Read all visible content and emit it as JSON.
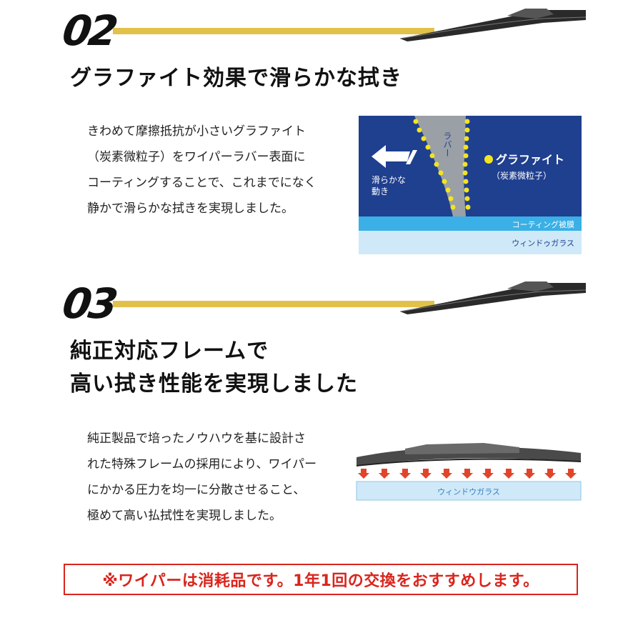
{
  "section2": {
    "number": "02",
    "heading": "グラファイト効果で滑らかな拭き",
    "body": [
      "きわめて摩擦抵抗が小さいグラファイト",
      "（炭素微粒子）をワイパーラバー表面に",
      "コーティングすることで、これまでになく",
      "静かで滑らかな拭きを実現しました。"
    ],
    "diagram": {
      "rubber_label": "ラバー",
      "graphite_label": "グラファイト",
      "graphite_sub": "（炭素微粒子）",
      "motion_label_1": "滑らかな",
      "motion_label_2": "動き",
      "coating_label": "コーティング被膜",
      "glass_label": "ウィンドゥガラス",
      "colors": {
        "bg": "#1f3f8f",
        "coating": "#3ab0e6",
        "glass": "#cfe9f8",
        "dots": "#f3e421"
      }
    }
  },
  "section3": {
    "number": "03",
    "heading_line1": "純正対応フレームで",
    "heading_line2": "高い拭き性能を実現しました",
    "body": [
      "純正製品で培ったノウハウを基に設計さ",
      "れた特殊フレームの採用により、ワイパー",
      "にかかる圧力を均一に分散させること、",
      "極めて高い払拭性を実現しました。"
    ],
    "diagram": {
      "glass_label": "ウィンドウガラス",
      "colors": {
        "arrows": "#e0452b",
        "glass": "#cfe9f8"
      }
    }
  },
  "notice": "※ワイパーは消耗品です。1年1回の交換をおすすめします。",
  "colors": {
    "accent_bar": "#e2c14a",
    "notice_red": "#d9251d"
  }
}
